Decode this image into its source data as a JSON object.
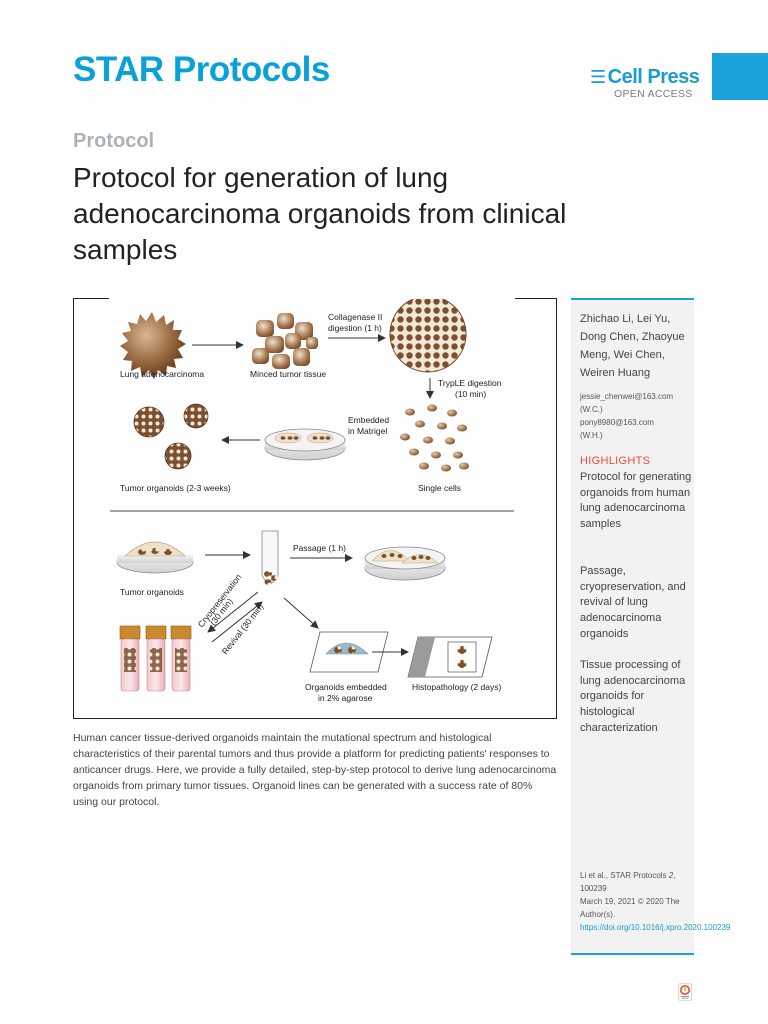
{
  "header": {
    "journal_name": "STAR Protocols",
    "publisher_logo": "Cell Press",
    "open_access": "OPEN ACCESS"
  },
  "article": {
    "type": "Protocol",
    "title": "Protocol for generation of lung adenocarcinoma organoids from clinical samples",
    "abstract": "Human cancer tissue-derived organoids maintain the mutational spectrum and histological characteristics of their parental tumors and thus provide a platform for predicting patients' responses to anticancer drugs. Here, we provide a fully detailed, step-by-step protocol to derive lung adenocarcinoma organoids from primary tumor tissues. Organoid lines can be generated with a success rate of 80% using our protocol."
  },
  "figure": {
    "labels": {
      "lung": "Lung adenocarcinoma",
      "minced": "Minced tumor tissue",
      "collagenase_1": "Collagenase II",
      "collagenase_2": "digestion (1 h)",
      "tryple_1": "TrypLE digestion",
      "tryple_2": "(10 min)",
      "embedded_1": "Embedded",
      "embedded_2": "in Matrigel",
      "organoids_weeks": "Tumor organoids (2-3 weeks)",
      "single_cells": "Single cells",
      "passage": "Passage (1 h)",
      "tumor_organoids": "Tumor organoids",
      "cryo_1": "Cryopreservation",
      "cryo_2": "(30 min)",
      "revival": "Revival (30 min)",
      "agarose_1": "Organoids embedded",
      "agarose_2": "in 2% agarose",
      "histopathology": "Histopathology (2 days)"
    }
  },
  "sidebar": {
    "authors": "Zhichao Li, Lei Yu, Dong Chen, Zhaoyue Meng, Wei Chen, Weiren Huang",
    "emails": [
      "jessie_chenwei@163.com",
      "(W.C.)",
      "pony8980@163.com",
      "(W.H.)"
    ],
    "highlights_heading": "HIGHLIGHTS",
    "highlights": [
      "Protocol for generating organoids from human lung adenocarcinoma samples",
      "Passage, cryopreservation, and revival of lung adenocarcinoma organoids",
      "Tissue processing of lung adenocarcinoma organoids for histological characterization"
    ],
    "citation": {
      "authors": "Li et al., STAR Protocols ",
      "volume": "2",
      "article_no": ", 100239",
      "date": "March 19, 2021 © 2020 The Author(s).",
      "doi": "https://doi.org/10.1016/j.xpro.2020.100239"
    }
  },
  "colors": {
    "brand": "#0aa0d8",
    "highlight": "#e64b3c",
    "tissue": "#7a5030",
    "vial_cap": "#c98a2e"
  }
}
